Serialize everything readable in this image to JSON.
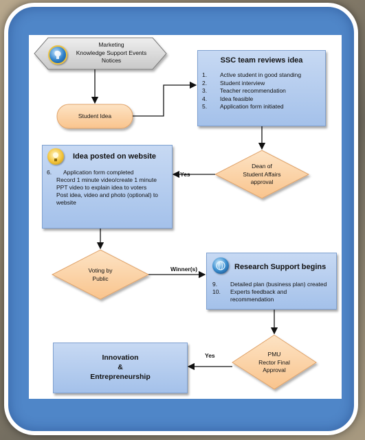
{
  "diagram": {
    "marketing": {
      "lines": [
        "Marketing",
        "Knowledge Support Events",
        "Notices"
      ]
    },
    "student_idea": "Student Idea",
    "ssc_review": {
      "title": "SSC team reviews idea",
      "items": [
        {
          "num": "1.",
          "text": "Active student in good standing"
        },
        {
          "num": "2.",
          "text": "Student interview"
        },
        {
          "num": "3.",
          "text": "Teacher recommendation"
        },
        {
          "num": "4.",
          "text": "Idea feasible"
        },
        {
          "num": "5.",
          "text": "Application form initiated"
        }
      ]
    },
    "dean": {
      "lines": [
        "Dean of",
        "Student Affairs",
        "approval"
      ]
    },
    "yes_dean": "Yes",
    "idea_posted": {
      "title": "Idea posted on website",
      "num": "6.",
      "lines": [
        "Application form completed",
        "Record 1 minute video/create 1 minute",
        "PPT video to explain idea to voters",
        "Post idea, video and photo (optional) to",
        "website"
      ]
    },
    "voting": {
      "lines": [
        "Voting by",
        "Public"
      ]
    },
    "winners": "Winner(s)",
    "research": {
      "title": "Research Support begins",
      "items": [
        {
          "num": "9.",
          "text": "Detailed plan (business plan) created"
        },
        {
          "num": "10.",
          "text": "Experts feedback and"
        },
        {
          "num": "",
          "text": "recommendation"
        }
      ]
    },
    "pmu": {
      "lines": [
        "PMU",
        "Rector Final",
        "Approval"
      ]
    },
    "yes_pmu": "Yes",
    "innovation": {
      "lines": [
        "Innovation",
        "&",
        "Entrepreneurship"
      ]
    }
  },
  "colors": {
    "frame": "#4f86c8",
    "box": "#a4c1ea",
    "diamond": "#fbd4a8",
    "pill": "#fbcf9e",
    "hexagon": "#d9d9d9"
  }
}
